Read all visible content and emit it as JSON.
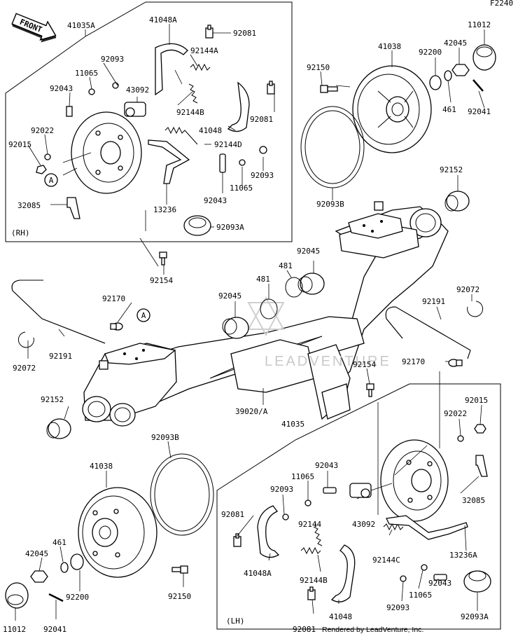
{
  "page_code": "F2240",
  "front_label": "FRONT",
  "watermark": "LEADVENTURE",
  "credit": "Rendered by LeadVenture, Inc.",
  "side_labels": {
    "rh": "(RH)",
    "lh": "(LH)"
  },
  "callouts": [
    "A",
    "A"
  ],
  "parts": [
    {
      "id": "41035A",
      "label": "41035A"
    },
    {
      "id": "41048A",
      "label": "41048A"
    },
    {
      "id": "92081a",
      "label": "92081"
    },
    {
      "id": "92093a",
      "label": "92093"
    },
    {
      "id": "92144A",
      "label": "92144A"
    },
    {
      "id": "11065a",
      "label": "11065"
    },
    {
      "id": "92043a",
      "label": "92043"
    },
    {
      "id": "43092a",
      "label": "43092"
    },
    {
      "id": "92144B-rh",
      "label": "92144B"
    },
    {
      "id": "92081b",
      "label": "92081"
    },
    {
      "id": "92022a",
      "label": "92022"
    },
    {
      "id": "41048-rh",
      "label": "41048"
    },
    {
      "id": "92015a",
      "label": "92015"
    },
    {
      "id": "92144D",
      "label": "92144D"
    },
    {
      "id": "92093b",
      "label": "92093"
    },
    {
      "id": "11065b",
      "label": "11065"
    },
    {
      "id": "92043b",
      "label": "92043"
    },
    {
      "id": "13236",
      "label": "13236"
    },
    {
      "id": "32085a",
      "label": "32085"
    },
    {
      "id": "92093A-rh",
      "label": "92093A"
    },
    {
      "id": "41038a",
      "label": "41038"
    },
    {
      "id": "92150a",
      "label": "92150"
    },
    {
      "id": "92200a",
      "label": "92200"
    },
    {
      "id": "42045a",
      "label": "42045"
    },
    {
      "id": "11012a",
      "label": "11012"
    },
    {
      "id": "461a",
      "label": "461"
    },
    {
      "id": "92041a",
      "label": "92041"
    },
    {
      "id": "92093B-top",
      "label": "92093B"
    },
    {
      "id": "92152a",
      "label": "92152"
    },
    {
      "id": "92154a",
      "label": "92154"
    },
    {
      "id": "92045a",
      "label": "92045"
    },
    {
      "id": "481a",
      "label": "481"
    },
    {
      "id": "481b",
      "label": "481"
    },
    {
      "id": "92045b",
      "label": "92045"
    },
    {
      "id": "92170a",
      "label": "92170"
    },
    {
      "id": "92072a",
      "label": "92072"
    },
    {
      "id": "92191a",
      "label": "92191"
    },
    {
      "id": "92072b",
      "label": "92072"
    },
    {
      "id": "92191b",
      "label": "92191"
    },
    {
      "id": "92154b",
      "label": "92154"
    },
    {
      "id": "92170b",
      "label": "92170"
    },
    {
      "id": "92152b",
      "label": "92152"
    },
    {
      "id": "39020A",
      "label": "39020/A"
    },
    {
      "id": "41035",
      "label": "41035"
    },
    {
      "id": "92015b",
      "label": "92015"
    },
    {
      "id": "92022b",
      "label": "92022"
    },
    {
      "id": "92093B-bot",
      "label": "92093B"
    },
    {
      "id": "41038b",
      "label": "41038"
    },
    {
      "id": "92043c",
      "label": "92043"
    },
    {
      "id": "11065c",
      "label": "11065"
    },
    {
      "id": "92093c",
      "label": "92093"
    },
    {
      "id": "92081c",
      "label": "92081"
    },
    {
      "id": "92144",
      "label": "92144"
    },
    {
      "id": "43092b",
      "label": "43092"
    },
    {
      "id": "41048A-lh",
      "label": "41048A"
    },
    {
      "id": "32085b",
      "label": "32085"
    },
    {
      "id": "92144C",
      "label": "92144C"
    },
    {
      "id": "13236A",
      "label": "13236A"
    },
    {
      "id": "42045b",
      "label": "42045"
    },
    {
      "id": "461b",
      "label": "461"
    },
    {
      "id": "92200b",
      "label": "92200"
    },
    {
      "id": "92144B-lh",
      "label": "92144B"
    },
    {
      "id": "92043d",
      "label": "92043"
    },
    {
      "id": "11065d",
      "label": "11065"
    },
    {
      "id": "92150b",
      "label": "92150"
    },
    {
      "id": "92093d",
      "label": "92093"
    },
    {
      "id": "41048-lh",
      "label": "41048"
    },
    {
      "id": "92093A-lh",
      "label": "92093A"
    },
    {
      "id": "92081d",
      "label": "92081"
    },
    {
      "id": "11012b",
      "label": "11012"
    },
    {
      "id": "92041b",
      "label": "92041"
    }
  ]
}
